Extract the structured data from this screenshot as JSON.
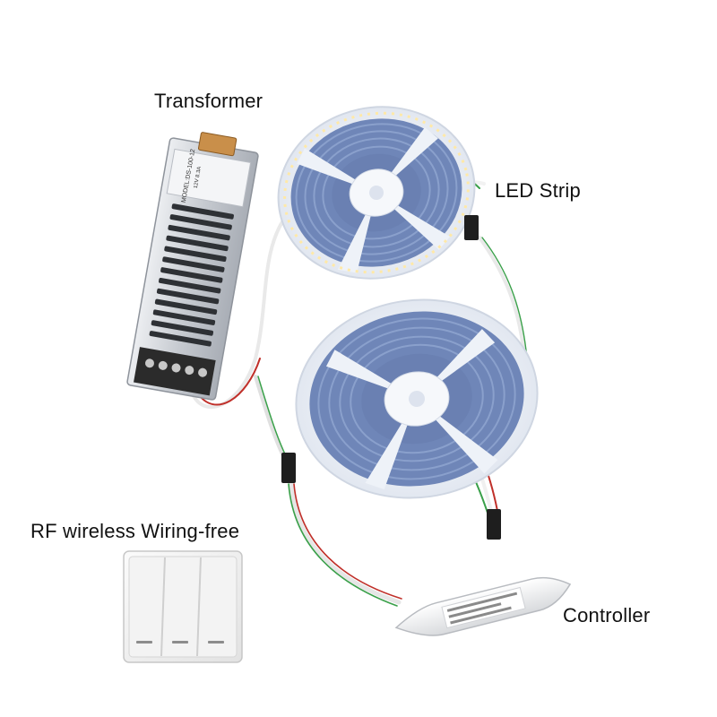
{
  "labels": {
    "transformer": "Transformer",
    "led_strip": "LED Strip",
    "rf_switch": "RF wireless Wiring-free",
    "controller": "Controller"
  },
  "transformer_plate": {
    "model": "MODEL:DS-100-12",
    "output": "12V 8.3A"
  },
  "colors": {
    "background": "#ffffff",
    "strip_blue": "#6f86b8",
    "reel_white": "#eef2f8",
    "wire_white": "#f2f2f2",
    "wire_red": "#c0302a",
    "wire_green": "#3aa04a",
    "metal": "#c9ccd1",
    "terminal": "#2b2b2b"
  }
}
